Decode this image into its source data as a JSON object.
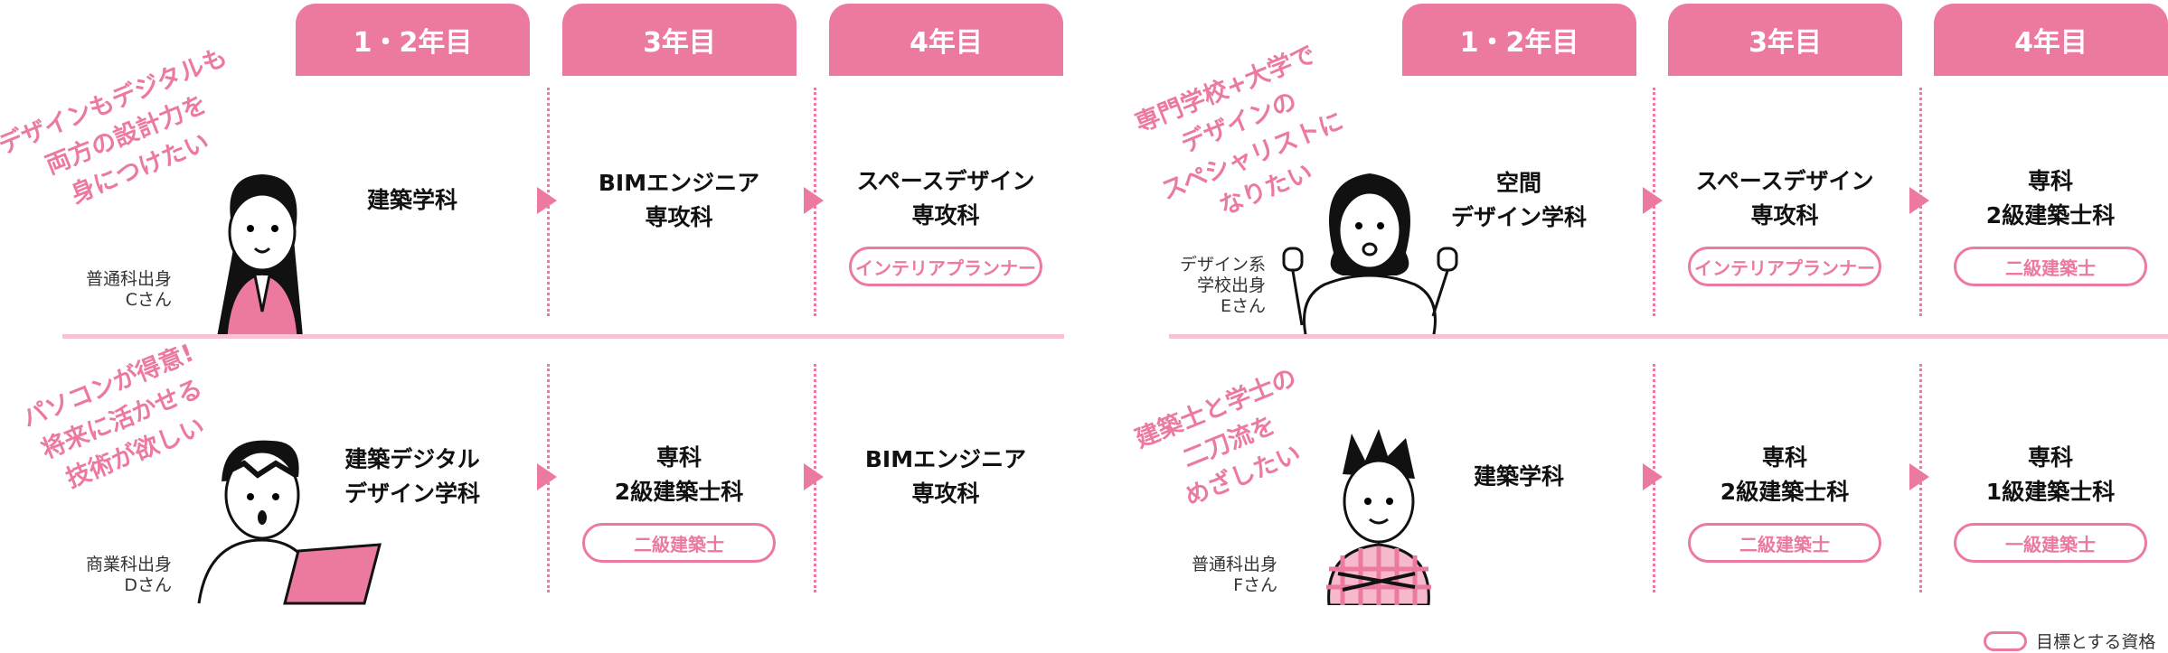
{
  "headers": [
    "1・2年目",
    "3年目",
    "4年目"
  ],
  "panels": [
    {
      "rows": [
        {
          "quote": [
            "デザインもデジタルも",
            "両方の設計力を",
            "身につけたい"
          ],
          "origin": [
            "普通科出身",
            "Cさん"
          ],
          "cells": [
            {
              "lines": [
                "建築学科"
              ],
              "badge": null
            },
            {
              "lines": [
                "BIMエンジニア",
                "専攻科"
              ],
              "badge": null
            },
            {
              "lines": [
                "スペースデザイン",
                "専攻科"
              ],
              "badge": "インテリアプランナー"
            }
          ]
        },
        {
          "quote": [
            "パソコンが得意!",
            "将来に活かせる",
            "技術が欲しい"
          ],
          "origin": [
            "商業科出身",
            "Dさん"
          ],
          "cells": [
            {
              "lines": [
                "建築デジタル",
                "デザイン学科"
              ],
              "badge": null
            },
            {
              "lines": [
                "専科",
                "2級建築士科"
              ],
              "badge": "二級建築士"
            },
            {
              "lines": [
                "BIMエンジニア",
                "専攻科"
              ],
              "badge": null
            }
          ]
        }
      ]
    },
    {
      "rows": [
        {
          "quote": [
            "専門学校+大学で",
            "デザインの",
            "スペシャリストに",
            "なりたい"
          ],
          "origin": [
            "デザイン系",
            "学校出身",
            "Eさん"
          ],
          "cells": [
            {
              "lines": [
                "空間",
                "デザイン学科"
              ],
              "badge": null
            },
            {
              "lines": [
                "スペースデザイン",
                "専攻科"
              ],
              "badge": "インテリアプランナー"
            },
            {
              "lines": [
                "専科",
                "2級建築士科"
              ],
              "badge": "二級建築士"
            }
          ]
        },
        {
          "quote": [
            "建築士と学士の",
            "二刀流を",
            "めざしたい"
          ],
          "origin": [
            "普通科出身",
            "Fさん"
          ],
          "cells": [
            {
              "lines": [
                "建築学科"
              ],
              "badge": null
            },
            {
              "lines": [
                "専科",
                "2級建築士科"
              ],
              "badge": "二級建築士"
            },
            {
              "lines": [
                "専科",
                "1級建築士科"
              ],
              "badge": "一級建築士"
            }
          ]
        }
      ]
    }
  ],
  "legend": "目標とする資格",
  "colors": {
    "accent": "#ec7a9f",
    "divider": "#f7c3d3"
  }
}
